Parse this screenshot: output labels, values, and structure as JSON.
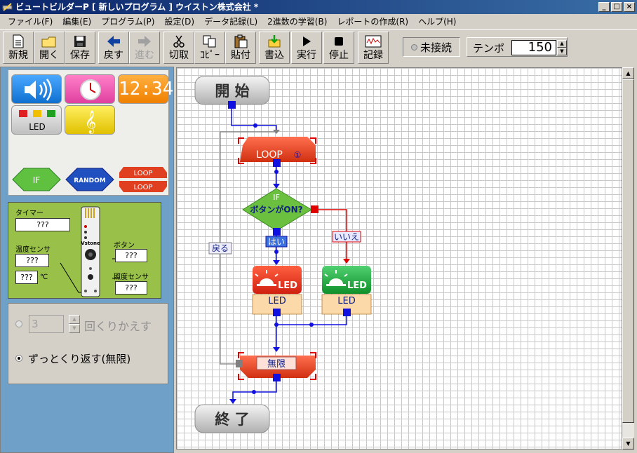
{
  "window": {
    "title": "ビュートビルダーP [ 新しいプログラム ] ウイストン株式会社 *",
    "minimize": "_",
    "maximize": "□",
    "close": "×"
  },
  "menu": [
    "ファイル(F)",
    "編集(E)",
    "プログラム(P)",
    "設定(D)",
    "データ記録(L)",
    "2進数の学習(B)",
    "レポートの作成(R)",
    "ヘルプ(H)"
  ],
  "toolbar": {
    "new": "新規",
    "open": "開く",
    "save": "保存",
    "undo": "戻す",
    "redo": "進む",
    "cut": "切取",
    "copy": "ｺﾋﾟｰ",
    "paste": "貼付",
    "write": "書込",
    "run": "実行",
    "stop": "停止",
    "record": "記録",
    "status": "未接続",
    "tempo_label": "テンポ",
    "tempo_value": "150"
  },
  "palette": {
    "clock_text": "12:34",
    "led_label": "LED",
    "if_label": "IF",
    "random_label": "RANDOM",
    "loop_label_top": "LOOP",
    "loop_label_bottom": "LOOP"
  },
  "sensors": {
    "timer_label": "タイマー",
    "timer_value": "???",
    "temp_label": "温度センサ",
    "temp_value": "???",
    "temp2_value": "???",
    "temp_unit": "℃",
    "button_label": "ボタン",
    "button_value": "???",
    "light_label": "照度センサ",
    "light_value": "???",
    "board_label": "Vstone"
  },
  "loop_settings": {
    "count_value": "3",
    "repeat_label": "回くりかえす",
    "infinite_label": "ずっとくり返す(無限)"
  },
  "flow": {
    "start": "開 始",
    "end": "終 了",
    "loop_label": "LOOP",
    "loop_num": "①",
    "if_title": "IF",
    "if_condition": "ボタンがON?",
    "yes": "はい",
    "no": "いいえ",
    "led_red_icon": "LED",
    "led_red_label": "LED",
    "led_green_icon": "LED",
    "led_green_label": "LED",
    "back": "戻る",
    "infinite": "無限"
  }
}
